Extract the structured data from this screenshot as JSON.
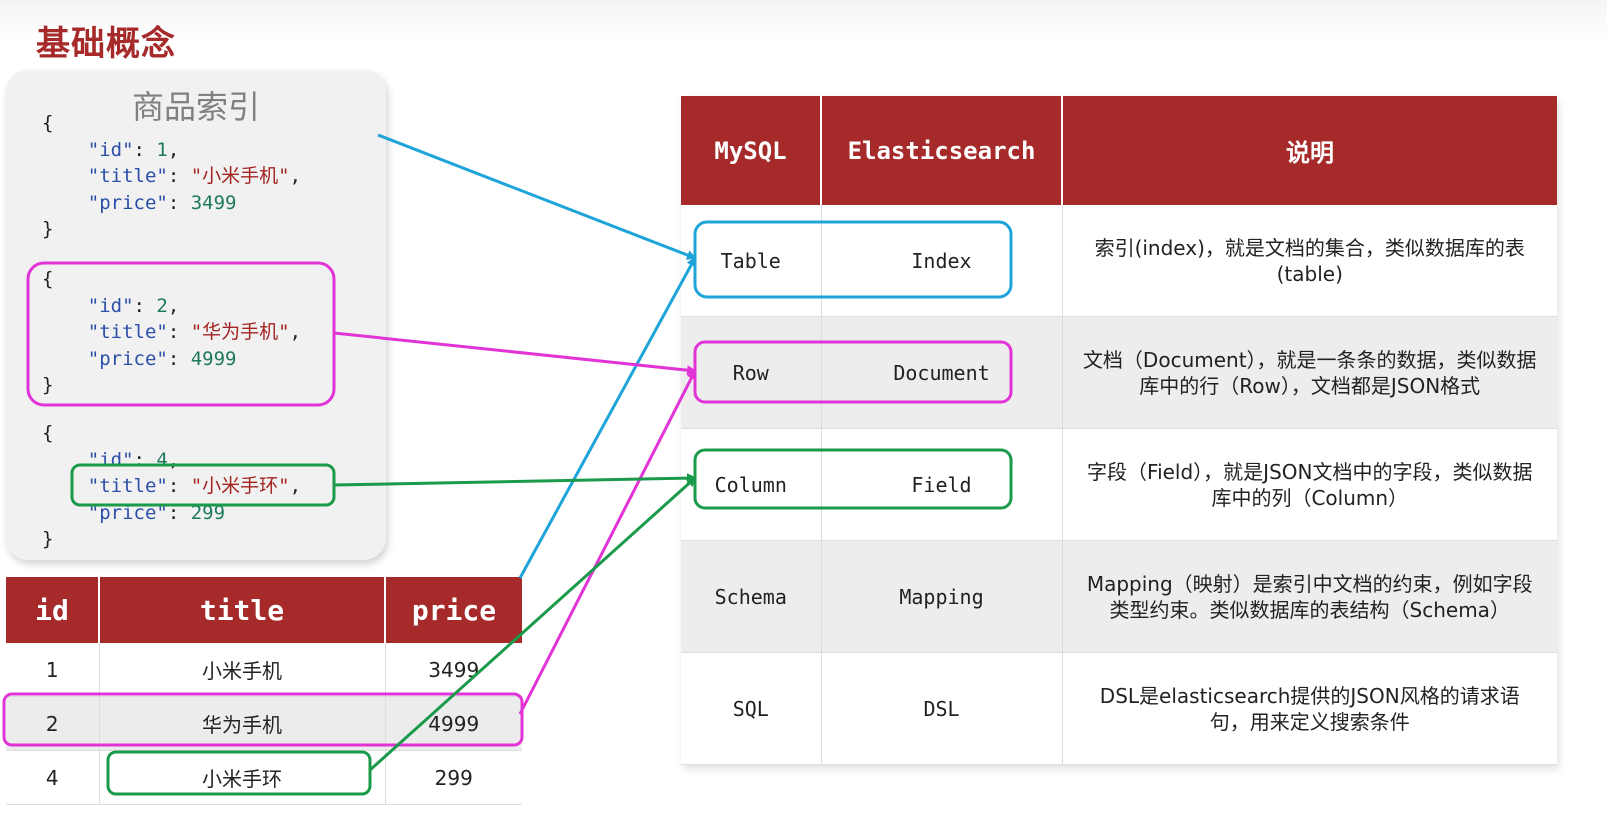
{
  "page_title": "基础概念",
  "json_card": {
    "title": "商品索引",
    "documents": [
      {
        "id": "1",
        "title": "\"小米手机\"",
        "price": "3499"
      },
      {
        "id": "2",
        "title": "\"华为手机\"",
        "price": "4999"
      },
      {
        "id": "4",
        "title": "\"小米手环\"",
        "price": "299"
      }
    ],
    "keys": {
      "id": "\"id\"",
      "title": "\"title\"",
      "price": "\"price\""
    }
  },
  "mini_table": {
    "headers": [
      "id",
      "title",
      "price"
    ],
    "rows": [
      [
        "1",
        "小米手机",
        "3499"
      ],
      [
        "2",
        "华为手机",
        "4999"
      ],
      [
        "4",
        "小米手环",
        "299"
      ]
    ]
  },
  "main_table": {
    "headers": [
      "MySQL",
      "Elasticsearch",
      "说明"
    ],
    "rows": [
      {
        "mysql": "Table",
        "es": "Index",
        "desc": "索引(index)，就是文档的集合，类似数据库的表(table)"
      },
      {
        "mysql": "Row",
        "es": "Document",
        "desc": "文档（Document），就是一条条的数据，类似数据库中的行（Row），文档都是JSON格式"
      },
      {
        "mysql": "Column",
        "es": "Field",
        "desc": "字段（Field），就是JSON文档中的字段，类似数据库中的列（Column）"
      },
      {
        "mysql": "Schema",
        "es": "Mapping",
        "desc": "Mapping（映射）是索引中文档的约束，例如字段类型约束。类似数据库的表结构（Schema）"
      },
      {
        "mysql": "SQL",
        "es": "DSL",
        "desc": "DSL是elasticsearch提供的JSON风格的请求语句，用来定义搜索条件"
      }
    ]
  },
  "colors": {
    "header_red": "#a72a2a",
    "arrow_blue": "#1ea4d8",
    "arrow_magenta": "#e233d6",
    "arrow_green": "#1a9a4a"
  }
}
